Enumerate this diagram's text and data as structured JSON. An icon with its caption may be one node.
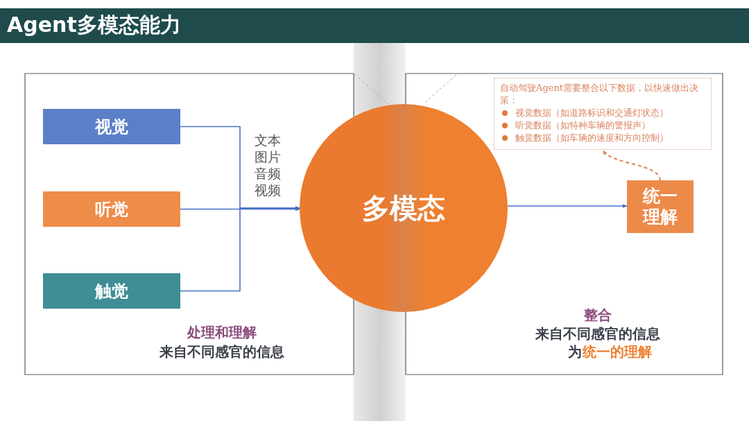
{
  "diagram": {
    "title": "Agent多模态能力",
    "nodes": [
      {
        "text": [
          "视觉"
        ]
      },
      {
        "text": [
          "听觉"
        ]
      },
      {
        "text": [
          "触觉"
        ]
      },
      {
        "text": [
          "多模态"
        ]
      },
      {
        "text": [
          "统一理解"
        ]
      },
      {
        "text": [
          "自动驾驶Agent需要整合以下数据，以快速做出决策：",
          "视觉数据（如道路标识和交通灯状态）",
          "听觉数据（如特种车辆的警报声）",
          "触觉数据（如车辆的速度和方向控制）"
        ]
      }
    ],
    "edges": [
      {
        "from": 0,
        "to": 3,
        "arrow": "to"
      },
      {
        "from": 1,
        "to": 3,
        "arrow": "to",
        "label": "文本图片音频视频"
      },
      {
        "from": 2,
        "to": 3,
        "arrow": "to"
      },
      {
        "from": 3,
        "to": 4,
        "arrow": "to"
      },
      {
        "from": 4,
        "to": 5,
        "arrow": "to",
        "style": "dashed",
        "color": "#d9834f"
      }
    ],
    "labels": [
      "处理和理解",
      "来自不同感官的信息",
      "整合",
      "来自不同感官的信息",
      "为",
      "统一的理解"
    ]
  }
}
